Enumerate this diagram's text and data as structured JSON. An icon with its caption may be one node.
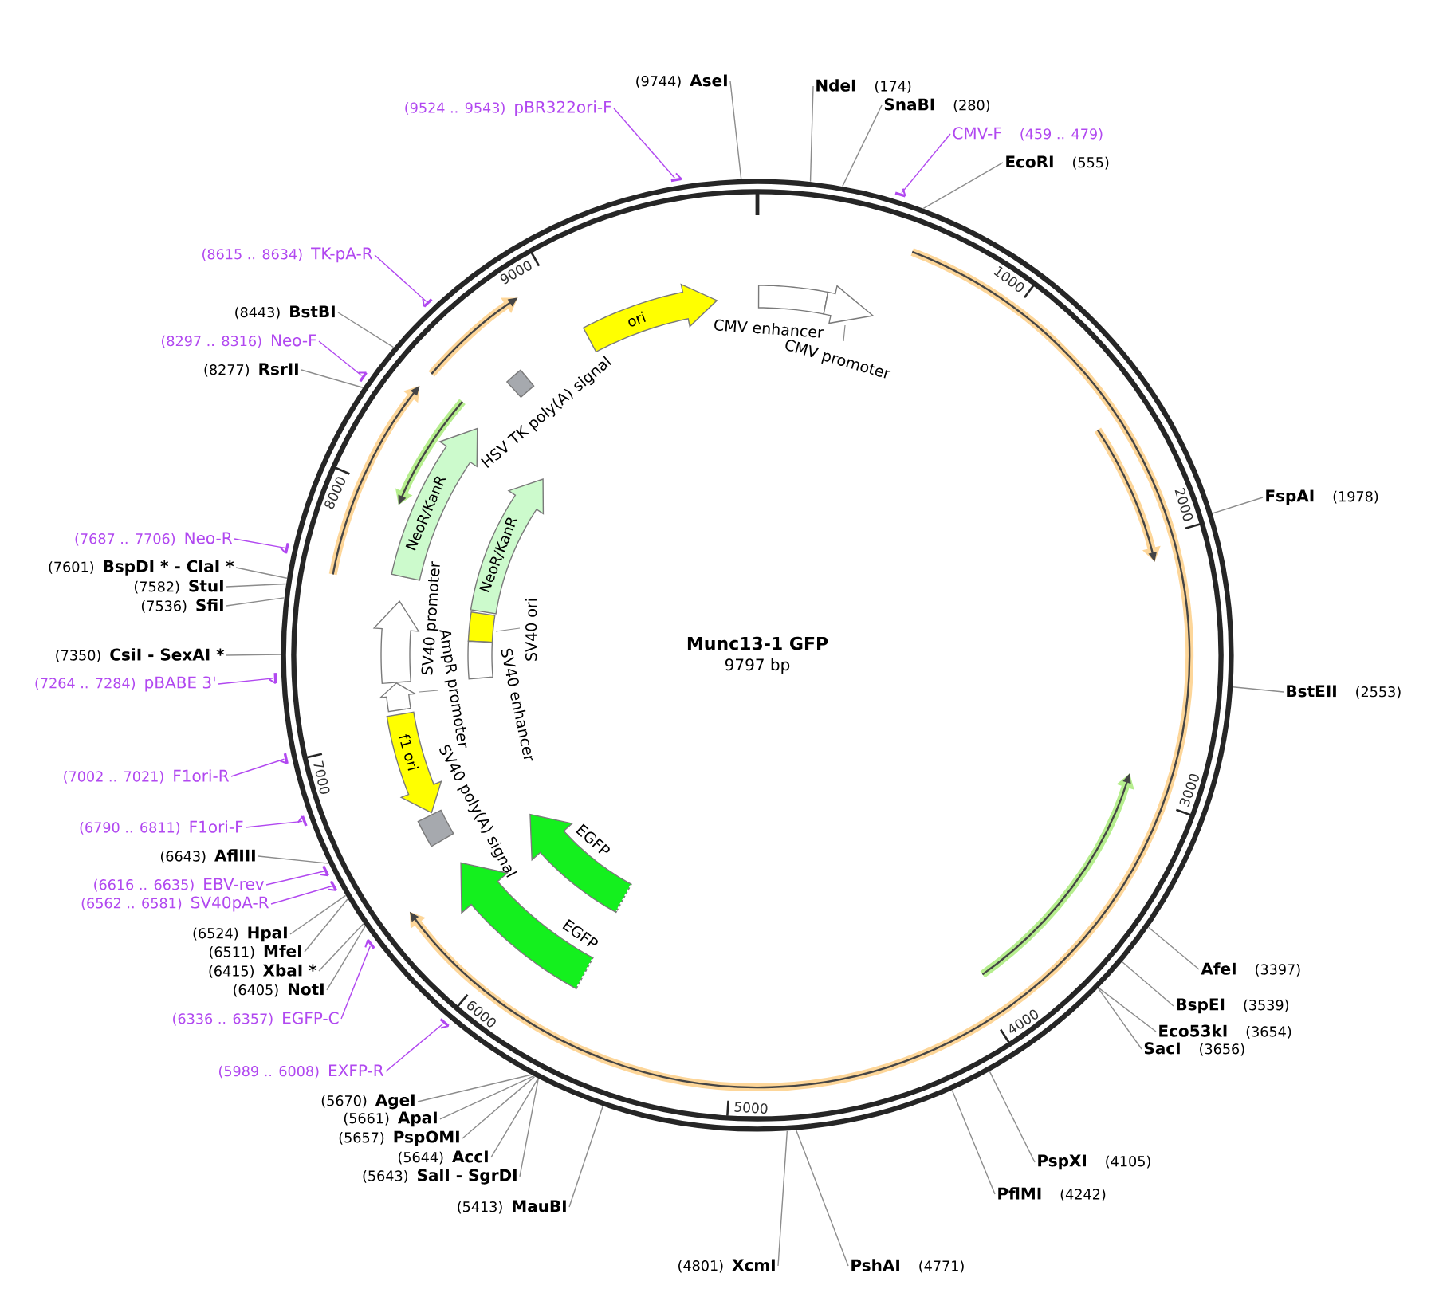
{
  "diagram": {
    "nodes": [
      {
        "text": [
          "Munc13-1 GFP",
          "9797 bp"
        ]
      },
      {
        "text": [
          "ori"
        ],
        "in": 0
      },
      {
        "text": [
          "CMV enhancer"
        ],
        "in": 0
      },
      {
        "text": [
          "CMV promoter"
        ],
        "in": 0
      },
      {
        "text": [
          "HSV TK poly(A) signal"
        ],
        "in": 0
      },
      {
        "text": [
          "NeoR/KanR"
        ],
        "in": 0
      },
      {
        "text": [
          "NeoR/KanR"
        ],
        "in": 0
      },
      {
        "text": [
          "SV40 promoter"
        ],
        "in": 0
      },
      {
        "text": [
          "SV40 ori"
        ],
        "in": 0
      },
      {
        "text": [
          "AmpR promoter"
        ],
        "in": 0
      },
      {
        "text": [
          "SV40 enhancer"
        ],
        "in": 0
      },
      {
        "text": [
          "f1 ori"
        ],
        "in": 0
      },
      {
        "text": [
          "SV40 poly(A) signal"
        ],
        "in": 0
      },
      {
        "text": [
          "EGFP"
        ],
        "in": 0
      },
      {
        "text": [
          "EGFP"
        ],
        "in": 0
      },
      {
        "text": [
          "(9744)",
          "AseI"
        ]
      },
      {
        "text": [
          "NdeI",
          "(174)"
        ]
      },
      {
        "text": [
          "SnaBI",
          "(280)"
        ]
      },
      {
        "text": [
          "(9524 .. 9543)",
          "pBR322ori-F"
        ]
      },
      {
        "text": [
          "CMV-F",
          "(459 .. 479)"
        ]
      },
      {
        "text": [
          "EcoRI",
          "(555)"
        ]
      },
      {
        "text": [
          "(8615 .. 8634)",
          "TK-pA-R"
        ]
      },
      {
        "text": [
          "(8443)",
          "BstBI"
        ]
      },
      {
        "text": [
          "(8297 .. 8316)",
          "Neo-F"
        ]
      },
      {
        "text": [
          "(8277)",
          "RsrII"
        ]
      },
      {
        "text": [
          "FspAI",
          "(1978)"
        ]
      },
      {
        "text": [
          "(7687 .. 7706)",
          "Neo-R"
        ]
      },
      {
        "text": [
          "(7601)",
          "BspDI * - ClaI *"
        ]
      },
      {
        "text": [
          "(7582)",
          "StuI"
        ]
      },
      {
        "text": [
          "(7536)",
          "SfiI"
        ]
      },
      {
        "text": [
          "(7350)",
          "CsiI - SexAI *"
        ]
      },
      {
        "text": [
          "(7264 .. 7284)",
          "pBABE 3'"
        ]
      },
      {
        "text": [
          "BstEII",
          "(2553)"
        ]
      },
      {
        "text": [
          "(7002 .. 7021)",
          "F1ori-R"
        ]
      },
      {
        "text": [
          "(6790 .. 6811)",
          "F1ori-F"
        ]
      },
      {
        "text": [
          "(6643)",
          "AflIII"
        ]
      },
      {
        "text": [
          "(6616 .. 6635)",
          "EBV-rev"
        ]
      },
      {
        "text": [
          "(6562 .. 6581)",
          "SV40pA-R"
        ]
      },
      {
        "text": [
          "(6524)",
          "HpaI"
        ]
      },
      {
        "text": [
          "(6511)",
          "MfeI"
        ]
      },
      {
        "text": [
          "AfeI",
          "(3397)"
        ]
      },
      {
        "text": [
          "(6415)",
          "XbaI *"
        ]
      },
      {
        "text": [
          "(6405)",
          "NotI"
        ]
      },
      {
        "text": [
          "BspEI",
          "(3539)"
        ]
      },
      {
        "text": [
          "(6336 .. 6357)",
          "EGFP-C"
        ]
      },
      {
        "text": [
          "Eco53kI",
          "(3654)"
        ]
      },
      {
        "text": [
          "SacI",
          "(3656)"
        ]
      },
      {
        "text": [
          "(5989 .. 6008)",
          "EXFP-R"
        ]
      },
      {
        "text": [
          "(5670)",
          "AgeI"
        ]
      },
      {
        "text": [
          "(5661)",
          "ApaI"
        ]
      },
      {
        "text": [
          "(5657)",
          "PspOMI"
        ]
      },
      {
        "text": [
          "(5644)",
          "AccI"
        ]
      },
      {
        "text": [
          "PspXI",
          "(4105)"
        ]
      },
      {
        "text": [
          "(5643)",
          "SalI - SgrDI"
        ]
      },
      {
        "text": [
          "PflMI",
          "(4242)"
        ]
      },
      {
        "text": [
          "(5413)",
          "MauBI"
        ]
      },
      {
        "text": [
          "(4801)",
          "XcmI"
        ]
      },
      {
        "text": [
          "PshAI",
          "(4771)"
        ]
      },
      {
        "text": [],
        "shape": "arrow"
      },
      {
        "text": [],
        "shape": "arrow"
      },
      {
        "text": [],
        "shape": "arrow"
      },
      {
        "text": [],
        "shape": "arrow"
      },
      {
        "text": [],
        "shape": "arrow"
      },
      {
        "text": [],
        "shape": "arrow"
      },
      {
        "text": [],
        "shape": "arrow"
      },
      {
        "text": [],
        "shape": "arrow"
      },
      {
        "text": [],
        "shape": "arrow"
      },
      {
        "text": [],
        "shape": "arrow"
      },
      {
        "text": [],
        "shape": "arrow"
      },
      {
        "text": [],
        "shape": "arrow"
      }
    ],
    "edges": [
      {
        "from": 15,
        "to": 0,
        "arrow": "none"
      },
      {
        "from": 16,
        "to": 0,
        "arrow": "none"
      },
      {
        "from": 17,
        "to": 0,
        "arrow": "none"
      },
      {
        "from": 18,
        "to": 58,
        "arrow": "none",
        "color": "#b148f0"
      },
      {
        "from": 19,
        "to": 59,
        "arrow": "none",
        "color": "#b148f0"
      },
      {
        "from": 20,
        "to": 0,
        "arrow": "none"
      },
      {
        "from": 21,
        "to": 60,
        "arrow": "none",
        "color": "#b148f0"
      },
      {
        "from": 22,
        "to": 0,
        "arrow": "none"
      },
      {
        "from": 23,
        "to": 61,
        "arrow": "none",
        "color": "#b148f0"
      },
      {
        "from": 24,
        "to": 0,
        "arrow": "none"
      },
      {
        "from": 25,
        "to": 0,
        "arrow": "none"
      },
      {
        "from": 26,
        "to": 62,
        "arrow": "none",
        "color": "#b148f0"
      },
      {
        "from": 27,
        "to": 0,
        "arrow": "none"
      },
      {
        "from": 28,
        "to": 0,
        "arrow": "none"
      },
      {
        "from": 29,
        "to": 0,
        "arrow": "none"
      },
      {
        "from": 30,
        "to": 0,
        "arrow": "none"
      },
      {
        "from": 31,
        "to": 63,
        "arrow": "none",
        "color": "#b148f0"
      },
      {
        "from": 32,
        "to": 0,
        "arrow": "none"
      },
      {
        "from": 33,
        "to": 64,
        "arrow": "none",
        "color": "#b148f0"
      },
      {
        "from": 34,
        "to": 65,
        "arrow": "none",
        "color": "#b148f0"
      },
      {
        "from": 35,
        "to": 0,
        "arrow": "none"
      },
      {
        "from": 36,
        "to": 66,
        "arrow": "none",
        "color": "#b148f0"
      },
      {
        "from": 37,
        "to": 67,
        "arrow": "none",
        "color": "#b148f0"
      },
      {
        "from": 38,
        "to": 0,
        "arrow": "none"
      },
      {
        "from": 39,
        "to": 0,
        "arrow": "none"
      },
      {
        "from": 40,
        "to": 0,
        "arrow": "none"
      },
      {
        "from": 41,
        "to": 0,
        "arrow": "none"
      },
      {
        "from": 42,
        "to": 0,
        "arrow": "none"
      },
      {
        "from": 43,
        "to": 0,
        "arrow": "none"
      },
      {
        "from": 44,
        "to": 68,
        "arrow": "none",
        "color": "#b148f0"
      },
      {
        "from": 45,
        "to": 0,
        "arrow": "none"
      },
      {
        "from": 46,
        "to": 0,
        "arrow": "none"
      },
      {
        "from": 47,
        "to": 69,
        "arrow": "none",
        "color": "#b148f0"
      },
      {
        "from": 48,
        "to": 0,
        "arrow": "none"
      },
      {
        "from": 49,
        "to": 0,
        "arrow": "none"
      },
      {
        "from": 50,
        "to": 0,
        "arrow": "none"
      },
      {
        "from": 51,
        "to": 0,
        "arrow": "none"
      },
      {
        "from": 52,
        "to": 0,
        "arrow": "none"
      },
      {
        "from": 53,
        "to": 0,
        "arrow": "none"
      },
      {
        "from": 54,
        "to": 0,
        "arrow": "none"
      },
      {
        "from": 55,
        "to": 0,
        "arrow": "none"
      },
      {
        "from": 56,
        "to": 0,
        "arrow": "none"
      },
      {
        "from": 57,
        "to": 0,
        "arrow": "none"
      }
    ],
    "labels": [
      "1000",
      "2000",
      "3000",
      "4000",
      "5000",
      "6000",
      "7000",
      "8000",
      "9000"
    ]
  }
}
